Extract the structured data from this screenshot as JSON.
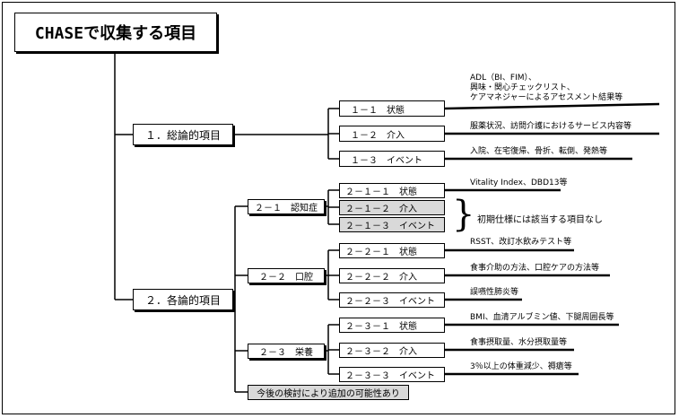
{
  "diagram": {
    "title": "CHASEで収集する項目",
    "general": {
      "label": "１．総論的項目",
      "items": [
        {
          "label": "１－１　状態",
          "description": [
            "ADL（BI、FIM）、",
            "興味・関心チェックリスト、",
            "ケアマネジャーによるアセスメント結果等"
          ]
        },
        {
          "label": "１－２　介入",
          "description": [
            "服薬状況、訪問介護におけるサービス内容等"
          ]
        },
        {
          "label": "１－３　イベント",
          "description": [
            "入院、在宅復帰、骨折、転倒、発熱等"
          ]
        }
      ]
    },
    "specific": {
      "label": "２．各論的項目",
      "groups": [
        {
          "label": "２－１　認知症",
          "items": [
            {
              "label": "２－１－１　状態",
              "description": [
                "Vitality Index、DBD13等"
              ]
            },
            {
              "label": "２－１－２　介入",
              "description": []
            },
            {
              "label": "２－１－３　イベント",
              "description": []
            }
          ],
          "note": "初期仕様には該当する項目なし"
        },
        {
          "label": "２－２　口腔",
          "items": [
            {
              "label": "２－２－１　状態",
              "description": [
                "RSST、改訂水飲みテスト等"
              ]
            },
            {
              "label": "２－２－２　介入",
              "description": [
                "食事介助の方法、口腔ケアの方法等"
              ]
            },
            {
              "label": "２－２－３　イベント",
              "description": [
                "誤嚥性肺炎等"
              ]
            }
          ]
        },
        {
          "label": "２－３　栄養",
          "items": [
            {
              "label": "２－３－１　状態",
              "description": [
                "BMI、血清アルブミン値、下腿周囲長等"
              ]
            },
            {
              "label": "２－３－２　介入",
              "description": [
                "食事摂取量、水分摂取量等"
              ]
            },
            {
              "label": "２－３－３　イベント",
              "description": [
                "3％以上の体重減少、褥瘡等"
              ]
            }
          ]
        }
      ],
      "future": "今後の検討により追加の可能性あり"
    }
  }
}
